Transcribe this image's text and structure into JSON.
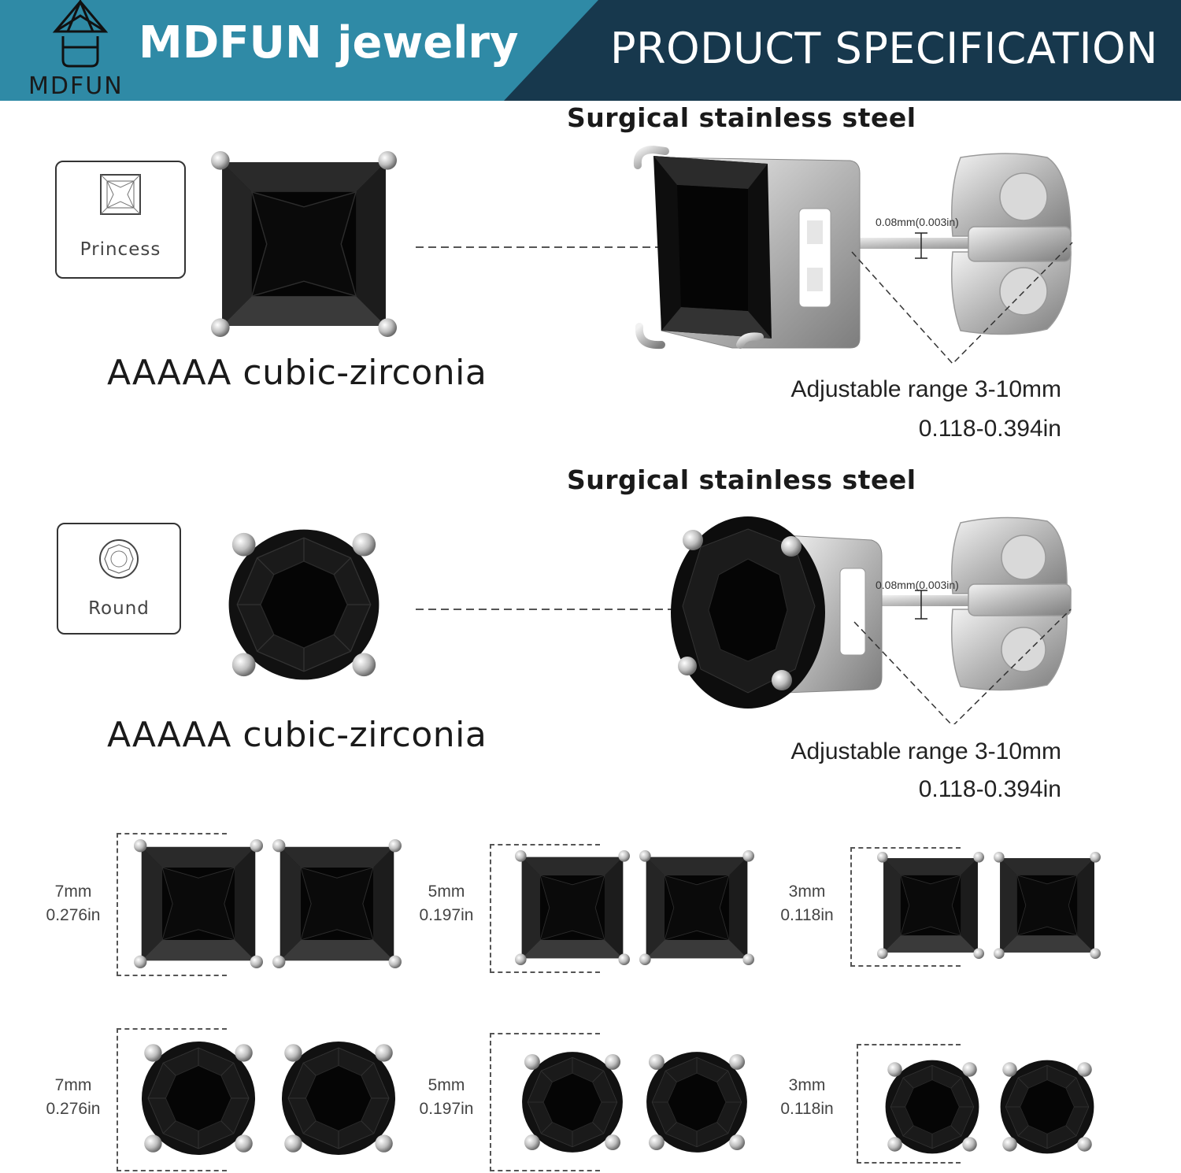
{
  "header": {
    "logo_text": "MDFUN",
    "brand_name": "MDFUN jewelry",
    "title": "PRODUCT SPECIFICATION",
    "colors": {
      "teal": "#2f8aa6",
      "navy": "#17384d"
    }
  },
  "sections": [
    {
      "heading": "Surgical stainless steel",
      "shape_label": "Princess",
      "stone_label": "AAAAA cubic-zirconia",
      "post_thickness": "0.08mm(0.003in)",
      "adjustable_range_mm": "Adjustable range 3-10mm",
      "adjustable_range_in": "0.118-0.394in"
    },
    {
      "heading": "Surgical stainless steel",
      "shape_label": "Round",
      "stone_label": "AAAAA cubic-zirconia",
      "post_thickness": "0.08mm(0.003in)",
      "adjustable_range_mm": "Adjustable range 3-10mm",
      "adjustable_range_in": "0.118-0.394in"
    }
  ],
  "sizes": {
    "square": [
      {
        "mm": "7mm",
        "in": "0.276in"
      },
      {
        "mm": "5mm",
        "in": "0.197in"
      },
      {
        "mm": "3mm",
        "in": "0.118in"
      }
    ],
    "round": [
      {
        "mm": "7mm",
        "in": "0.276in"
      },
      {
        "mm": "5mm",
        "in": "0.197in"
      },
      {
        "mm": "3mm",
        "in": "0.118in"
      }
    ]
  }
}
